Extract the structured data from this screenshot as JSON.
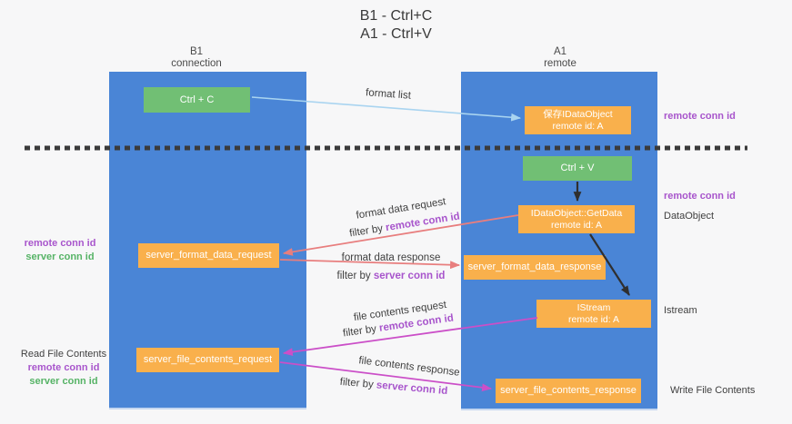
{
  "title": {
    "line1": "B1 - Ctrl+C",
    "line2": "A1 - Ctrl+V"
  },
  "columns": {
    "left": {
      "name": "B1",
      "subtitle": "connection"
    },
    "right": {
      "name": "A1",
      "subtitle": "remote"
    }
  },
  "nodes": {
    "ctrl_c": "Ctrl + C",
    "ctrl_v": "Ctrl + V",
    "save_idataobject": {
      "line1": "保存IDataObject",
      "line2": "remote id: A"
    },
    "getdata": {
      "line1": "IDataObject::GetData",
      "line2": "remote id: A"
    },
    "istream": {
      "line1": "IStream",
      "line2": "remote id: A"
    },
    "server_format_data_request": "server_format_data_request",
    "server_format_data_response": "server_format_data_response",
    "server_file_contents_request": "server_file_contents_request",
    "server_file_contents_response": "server_file_contents_response"
  },
  "side_labels": {
    "remote_conn_id": "remote conn id",
    "server_conn_id": "server conn id",
    "dataobject": "DataObject",
    "istream": "Istream",
    "read_file_contents": "Read File Contents",
    "write_file_contents": "Write File Contents"
  },
  "arrow_labels": {
    "format_list": "format list",
    "format_data_request": "format data request",
    "format_data_response": "format data response",
    "file_contents_request": "file contents request",
    "file_contents_response": "file contents response",
    "filter_by": "filter by "
  },
  "colors": {
    "background": "#f7f7f8",
    "column_blue": "#4a85d6",
    "node_green": "#71bf74",
    "node_orange": "#f9b04c",
    "arrow_blue": "#a9d4f0",
    "arrow_black": "#2f2f2f",
    "arrow_red": "#e87e7e",
    "arrow_magenta": "#cb4fc8",
    "text_purple": "#a855cc",
    "text_green": "#56b366",
    "text_dark": "#3f3f3f",
    "divider": "#3b3b3b"
  }
}
